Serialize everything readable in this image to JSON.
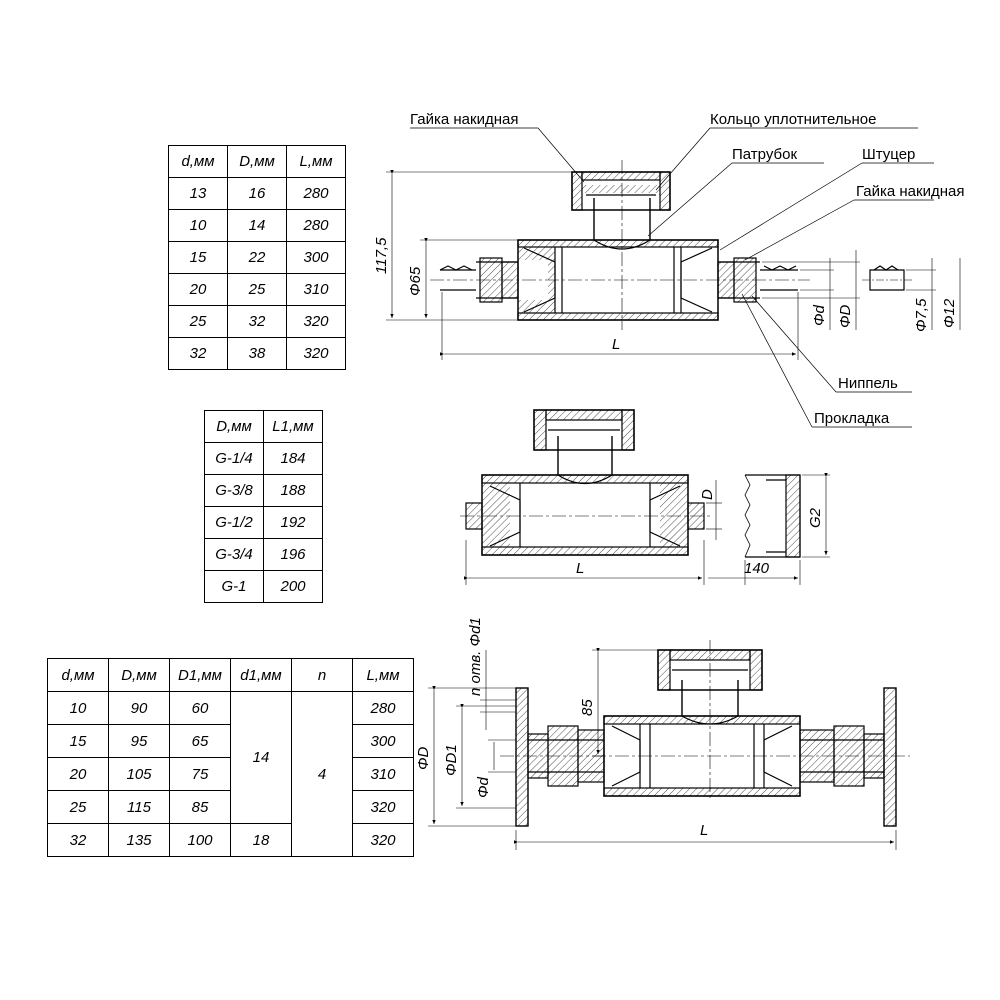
{
  "table1": {
    "headers": [
      "d,мм",
      "D,мм",
      "L,мм"
    ],
    "rows": [
      [
        "13",
        "16",
        "280"
      ],
      [
        "10",
        "14",
        "280"
      ],
      [
        "15",
        "22",
        "300"
      ],
      [
        "20",
        "25",
        "310"
      ],
      [
        "25",
        "32",
        "320"
      ],
      [
        "32",
        "38",
        "320"
      ]
    ]
  },
  "table2": {
    "headers": [
      "D,мм",
      "L1,мм"
    ],
    "rows": [
      [
        "G-1/4",
        "184"
      ],
      [
        "G-3/8",
        "188"
      ],
      [
        "G-1/2",
        "192"
      ],
      [
        "G-3/4",
        "196"
      ],
      [
        "G-1",
        "200"
      ]
    ]
  },
  "table3": {
    "headers": [
      "d,мм",
      "D,мм",
      "D1,мм",
      "d1,мм",
      "n",
      "L,мм"
    ],
    "rows": [
      [
        "10",
        "90",
        "60",
        "280"
      ],
      [
        "15",
        "95",
        "65",
        "300"
      ],
      [
        "20",
        "105",
        "75",
        "310"
      ],
      [
        "25",
        "115",
        "85",
        "320"
      ],
      [
        "32",
        "135",
        "100",
        "320"
      ]
    ],
    "d1_merged": "14",
    "d1_last": "18",
    "n_merged": "4"
  },
  "labels": {
    "nut_left": "Гайка накидная",
    "seal_ring": "Кольцо уплотнительное",
    "branch": "Патрубок",
    "fitting": "Штуцер",
    "nut_right": "Гайка накидная",
    "nipple": "Ниппель",
    "gasket": "Прокладка"
  },
  "dims": {
    "top_height": "117,5",
    "top_d65": "Φ65",
    "top_L": "L",
    "top_phid": "Φd",
    "top_phiD": "ΦD",
    "top_phi75": "Φ7,5",
    "top_phi12": "Φ12",
    "mid_D": "D",
    "mid_L": "L",
    "mid_140": "140",
    "mid_G2": "G2",
    "bot_holes": "n отв. Φd1",
    "bot_85": "85",
    "bot_phiD": "ΦD",
    "bot_phiD1": "ΦD1",
    "bot_phid": "Φd",
    "bot_L": "L"
  }
}
